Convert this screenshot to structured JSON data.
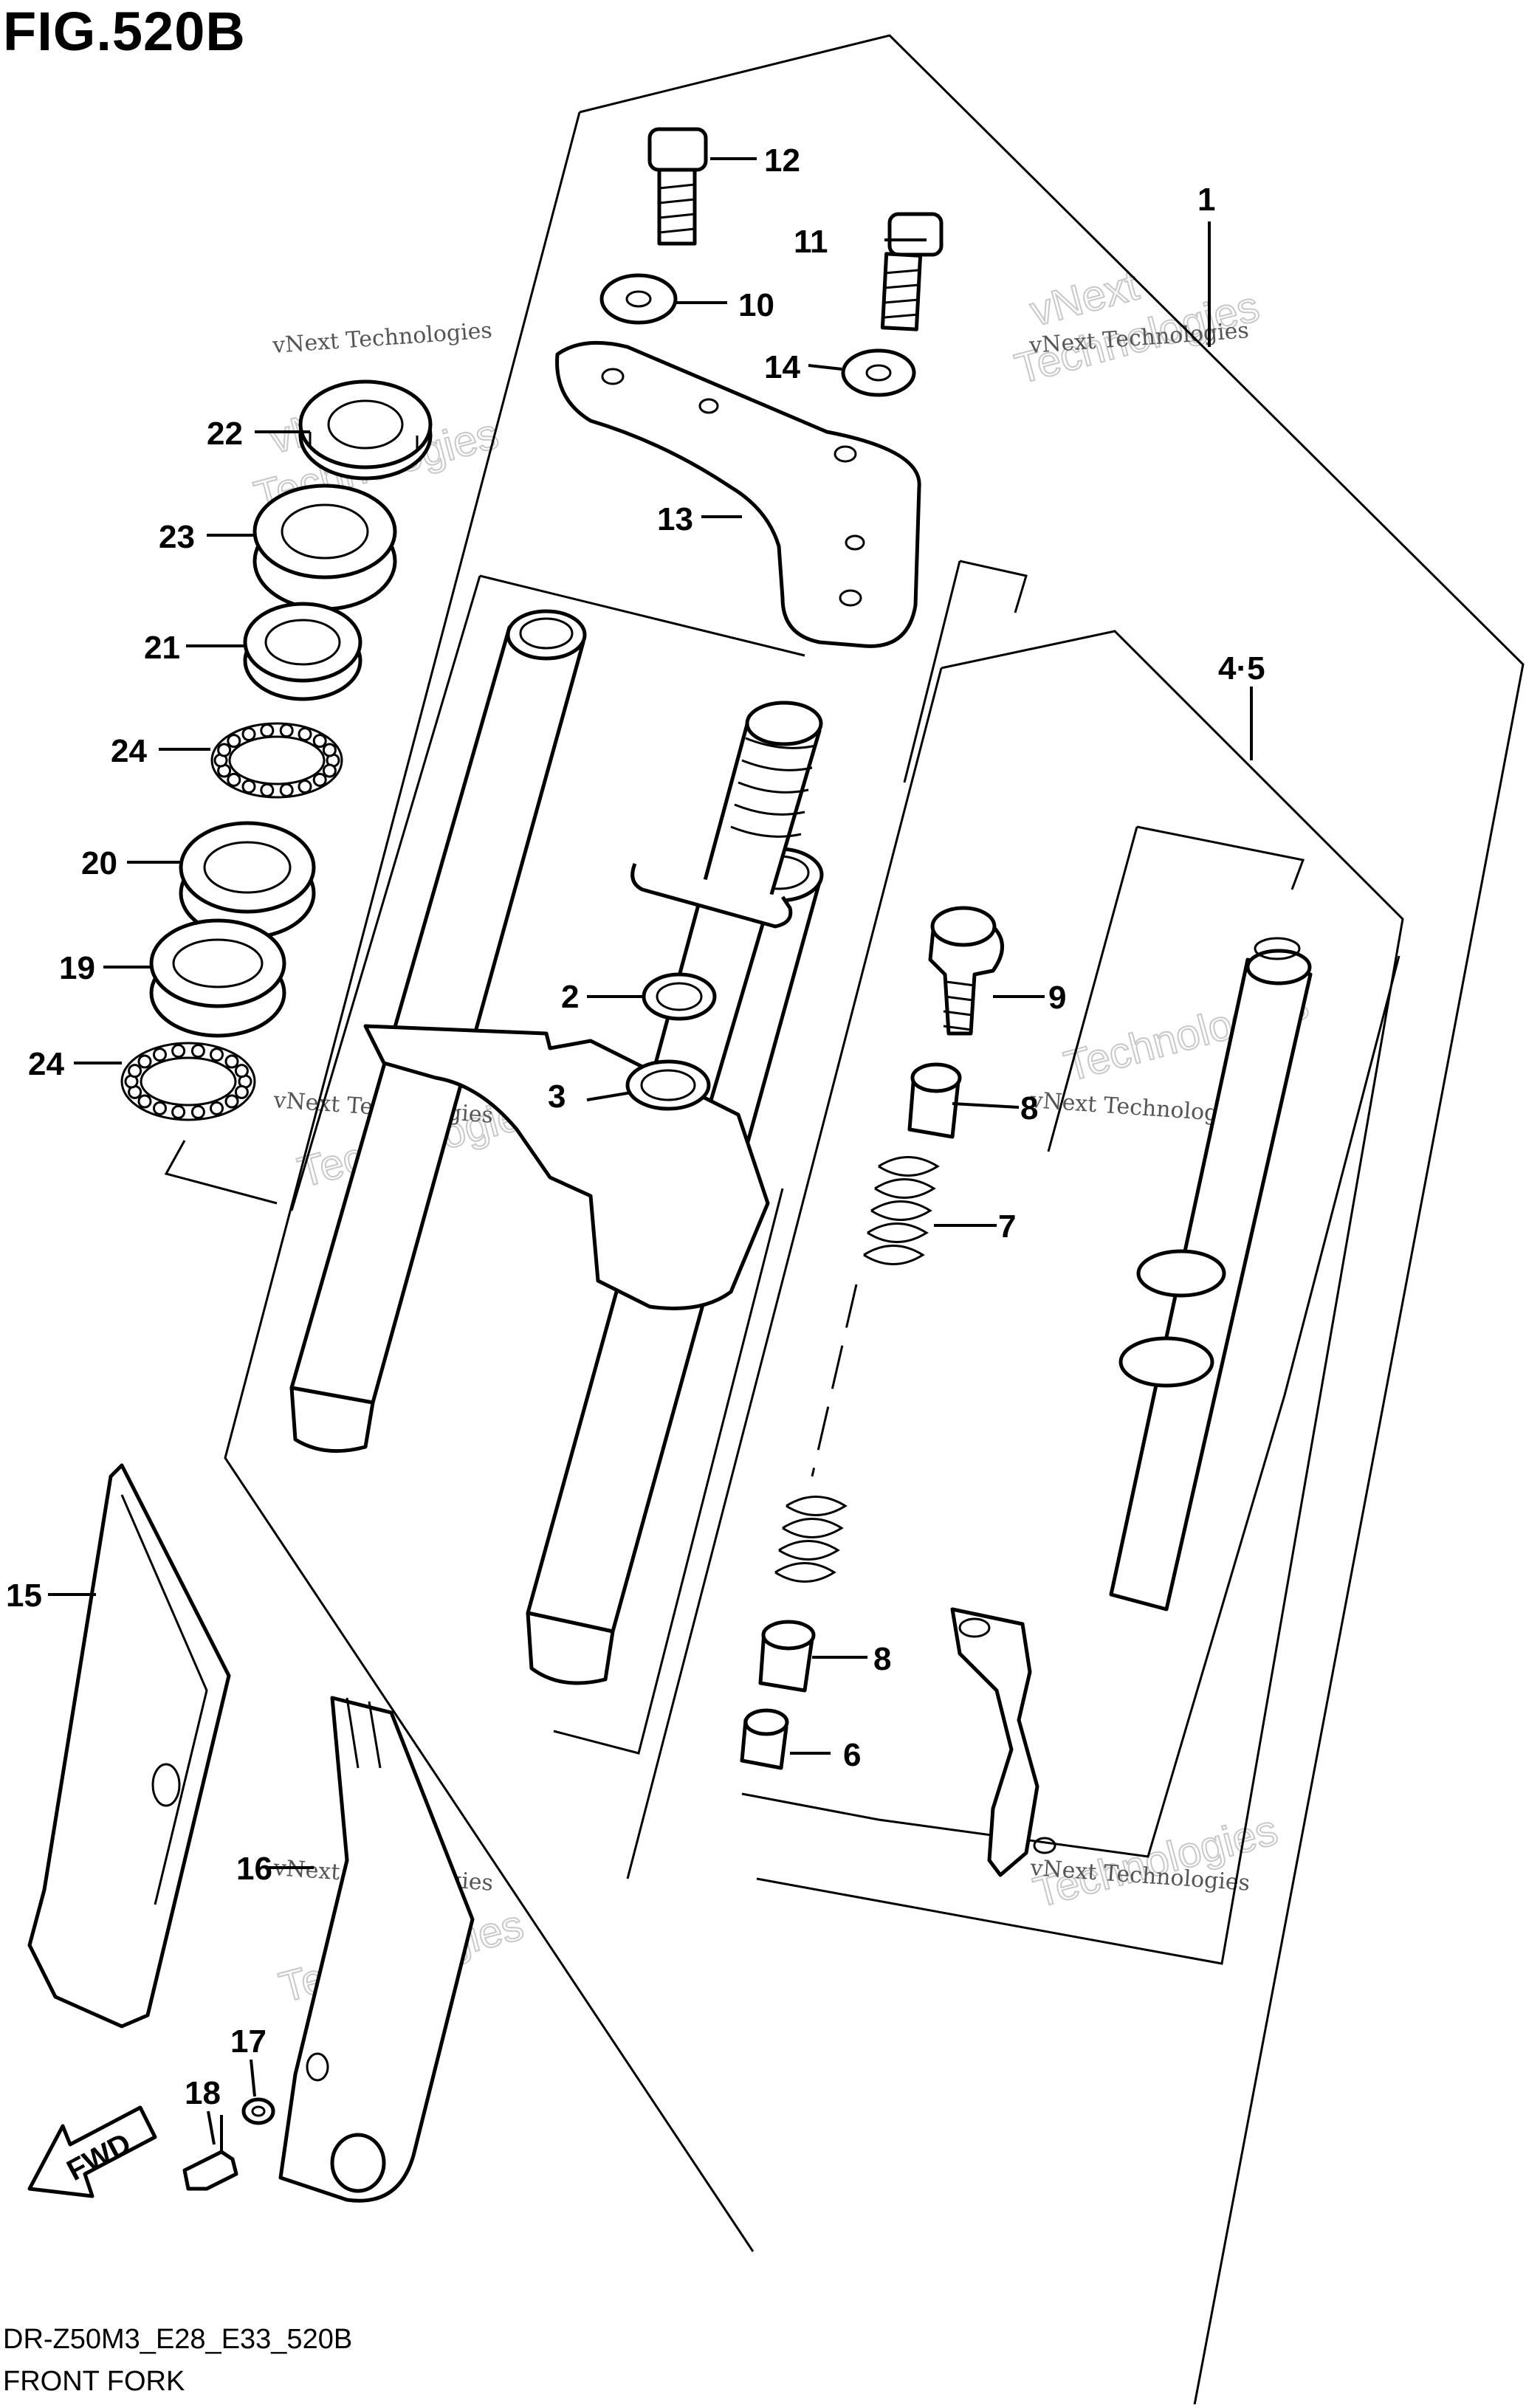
{
  "figure": {
    "title": "FIG.520B",
    "code": "DR-Z50M3_E28_E33_520B",
    "name": "FRONT FORK"
  },
  "watermark": {
    "line1": "vNext Technologies",
    "line2": "vNext",
    "line3": "Technologies"
  },
  "callouts": [
    "1",
    "2",
    "3",
    "4·5",
    "6",
    "7",
    "8",
    "8",
    "9",
    "10",
    "11",
    "12",
    "13",
    "14",
    "15",
    "16",
    "17",
    "18",
    "19",
    "20",
    "21",
    "22",
    "23",
    "24",
    "24"
  ],
  "fwd_label": "FWD"
}
